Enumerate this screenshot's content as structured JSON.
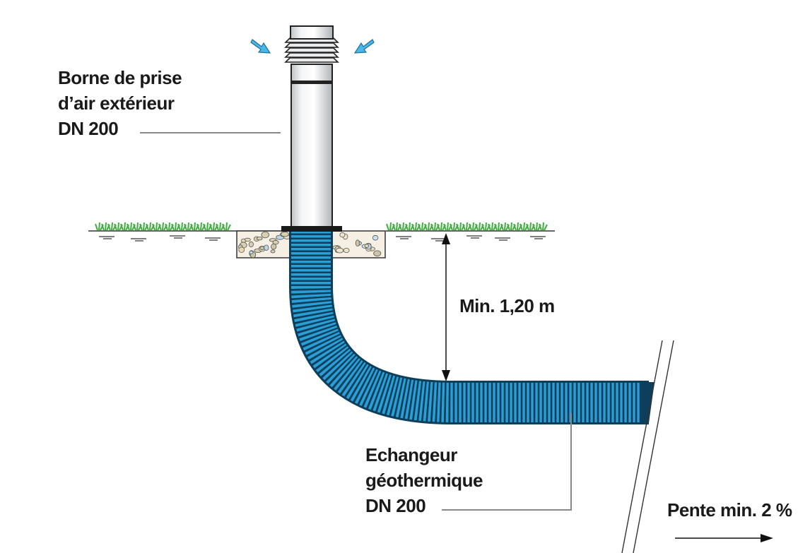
{
  "labels": {
    "borne": {
      "line1": "Borne de prise",
      "line2": "d’air extérieur",
      "line3": "DN 200"
    },
    "echangeur": {
      "line1": "Echangeur",
      "line2": "géothermique",
      "line3": "DN 200"
    },
    "depth": "Min. 1,20 m",
    "slope": "Pente min. 2 %"
  },
  "colors": {
    "pipe_blue": "#2a9fd6",
    "pipe_dark": "#0d3f5c",
    "grass": "#3fae3f",
    "arrow_blue": "#4ab8e6",
    "leader_line": "#888888"
  },
  "icons": [
    "air-inflow-arrow-icon",
    "grass-icon",
    "gravel-bed"
  ]
}
